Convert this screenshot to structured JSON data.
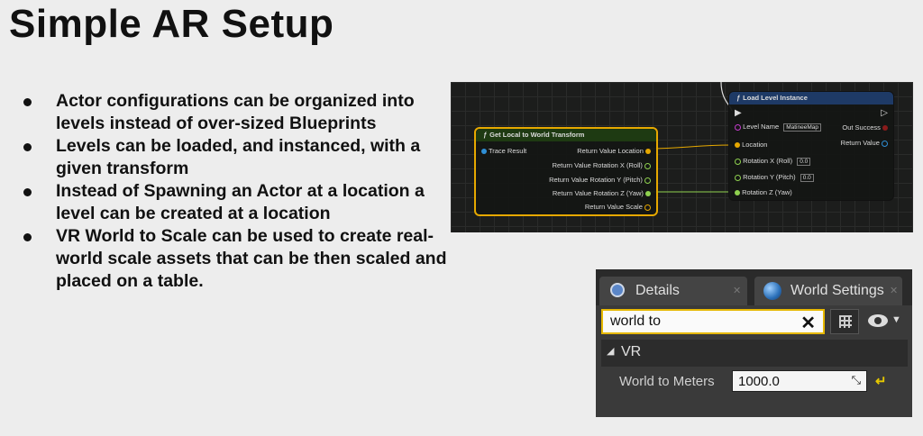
{
  "slide": {
    "title": "Simple AR Setup",
    "bullets": [
      "Actor configurations can be organized into levels instead of over-sized Blueprints",
      "Levels can be loaded, and instanced, with a given transform",
      "Instead of Spawning an Actor at a location a level can be created at a location",
      "VR World to Scale can be used to create real-world scale assets that can be then scaled and placed on a table."
    ]
  },
  "graph": {
    "node_a": {
      "title": "Get Local to World Transform",
      "input": "Trace Result",
      "outputs": [
        "Return Value Location",
        "Return Value Rotation X (Roll)",
        "Return Value Rotation Y (Pitch)",
        "Return Value Rotation Z (Yaw)",
        "Return Value Scale"
      ]
    },
    "node_b": {
      "title": "Load Level Instance",
      "level_name_label": "Level Name",
      "level_name_value": "MatineeMap",
      "out_success": "Out Success",
      "return_value": "Return Value",
      "location": "Location",
      "rot_x_label": "Rotation X (Roll)",
      "rot_x_value": "0.0",
      "rot_y_label": "Rotation Y (Pitch)",
      "rot_y_value": "0.0",
      "rot_z_label": "Rotation Z (Yaw)"
    },
    "colors": {
      "header_a": "#1e3a12",
      "header_b": "#1e3a66",
      "gold": "#e6a800",
      "green": "#8fd14f",
      "blue": "#2f8fd6",
      "pink": "#c33ccc"
    }
  },
  "details": {
    "tab_details": "Details",
    "tab_world": "World Settings",
    "search_value": "world to",
    "section": "VR",
    "prop_label": "World to Meters",
    "prop_value": "1000.0"
  }
}
